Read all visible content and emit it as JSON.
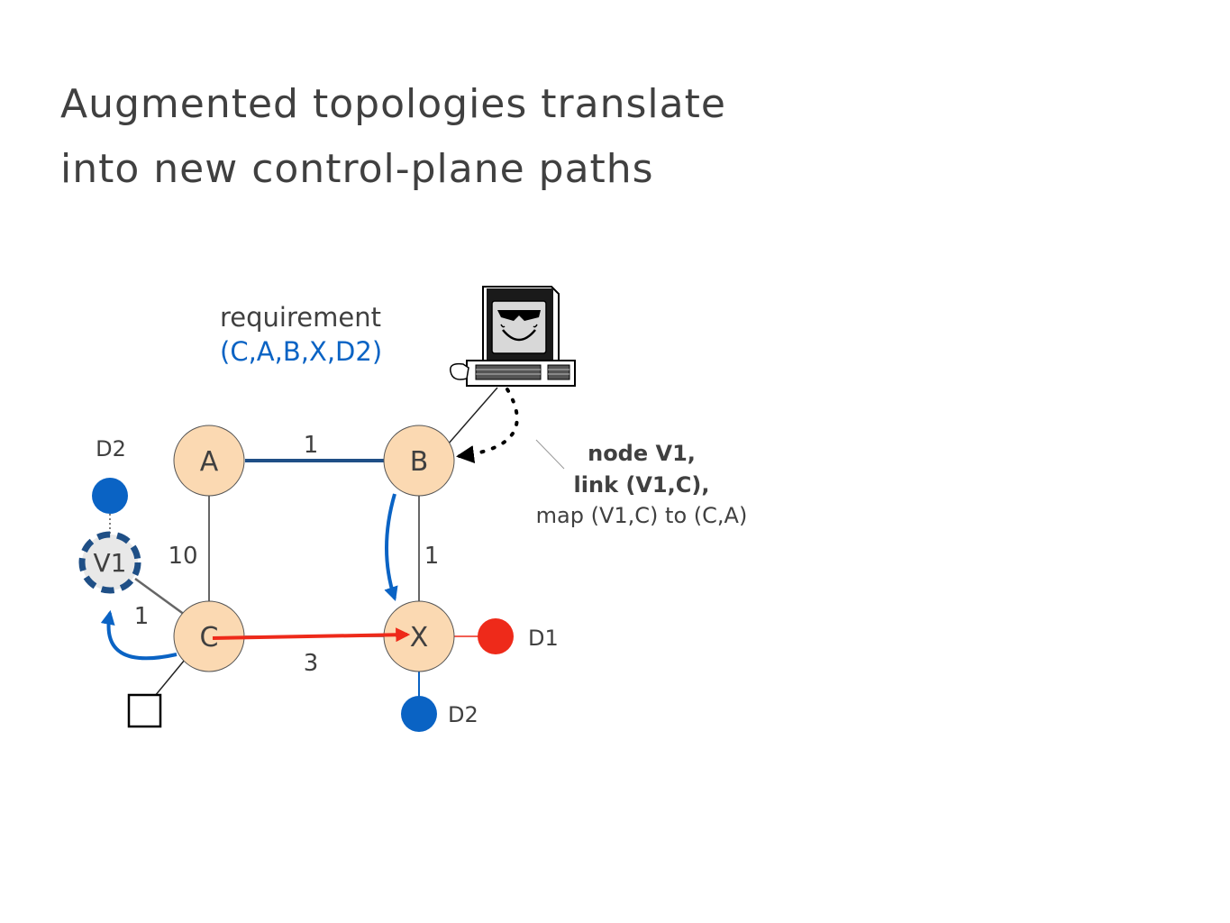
{
  "title": {
    "line1": "Augmented topologies translate",
    "line2": "into new control-plane paths"
  },
  "requirement": {
    "label": "requirement",
    "path": "(C,A,B,X,D2)"
  },
  "annotation": {
    "line1": "node V1,",
    "line2": "link (V1,C),",
    "line3": "map (V1,C) to (C,A)"
  },
  "nodes": {
    "A": "A",
    "B": "B",
    "C": "C",
    "X": "X",
    "V1": "V1"
  },
  "destinations": {
    "d2_top": "D2",
    "d1": "D1",
    "d2_bottom": "D2"
  },
  "link_weights": {
    "ab": "1",
    "ac": "10",
    "bx": "1",
    "cx": "3",
    "v1c": "1"
  },
  "colors": {
    "node_fill": "#fbd9b2",
    "blue": "#0a63c4",
    "dark_blue": "#1f4f86",
    "red": "#ee2a1a",
    "text": "#404040"
  },
  "icons": {
    "controller": "computer-terminal-icon",
    "router_box": "square-icon"
  }
}
